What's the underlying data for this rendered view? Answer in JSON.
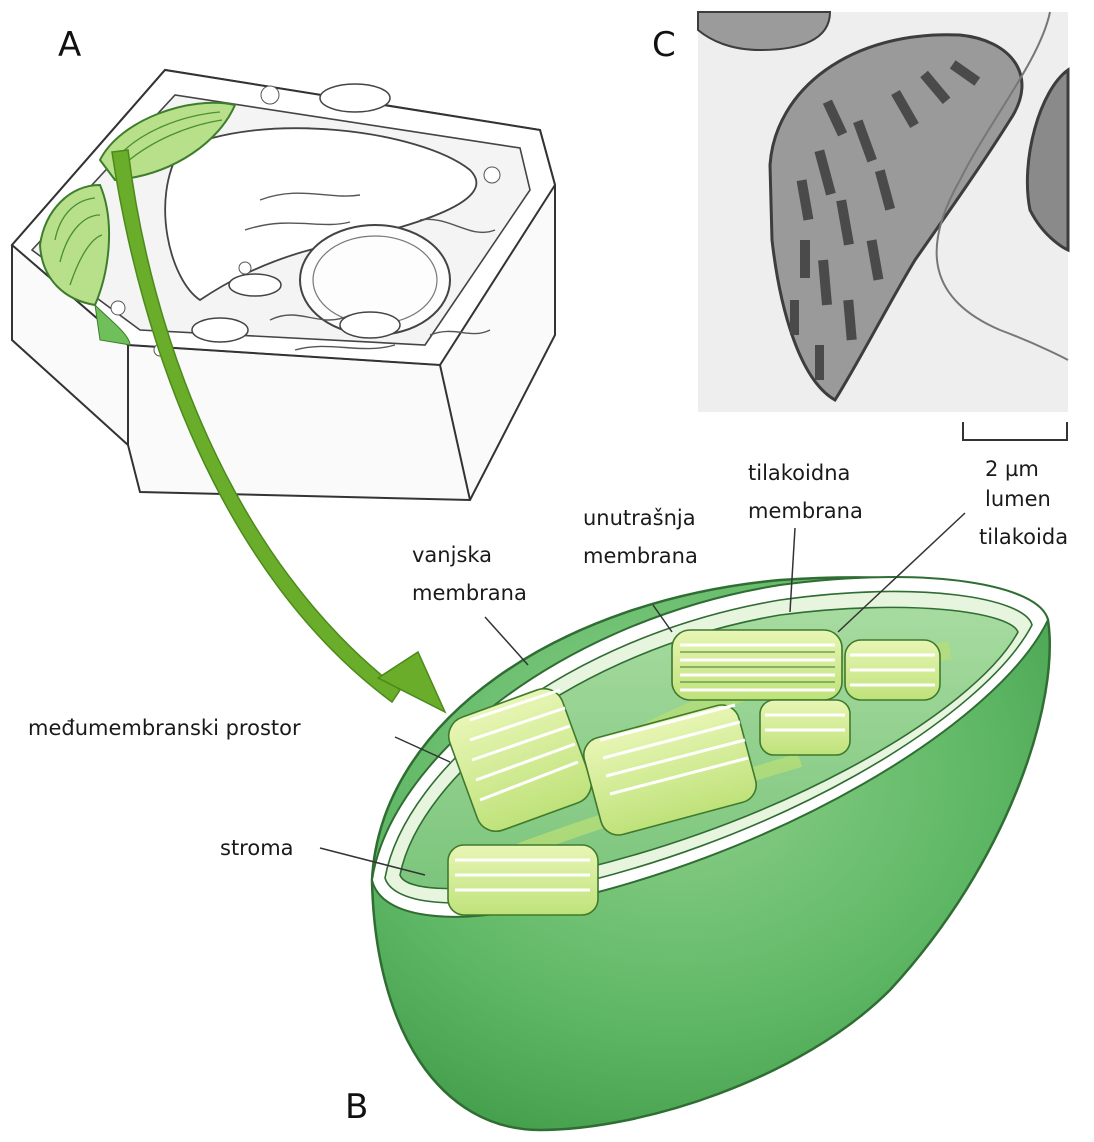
{
  "figure": {
    "panels": {
      "a": "A",
      "b": "B",
      "c": "C"
    },
    "scale_bar": {
      "label": "2 µm"
    },
    "labels": {
      "outer_membrane": [
        "vanjska",
        "membrana"
      ],
      "inner_membrane": [
        "unutrašnja",
        "membrana"
      ],
      "thylakoid_membrane": [
        "tilakoidna",
        "membrana"
      ],
      "thylakoid_lumen": [
        "lumen",
        "tilakoida"
      ],
      "intermembrane_space": "međumembranski prostor",
      "stroma": "stroma"
    },
    "colors": {
      "chloroplast_green": "#6cc070",
      "dark_green": "#3f9a48",
      "thylakoid_light": "#cfe98a",
      "arrow_green": "#6aad2a",
      "micrograph_bg": "#e8e8e8",
      "micrograph_dark": "#5a5a5a"
    }
  }
}
